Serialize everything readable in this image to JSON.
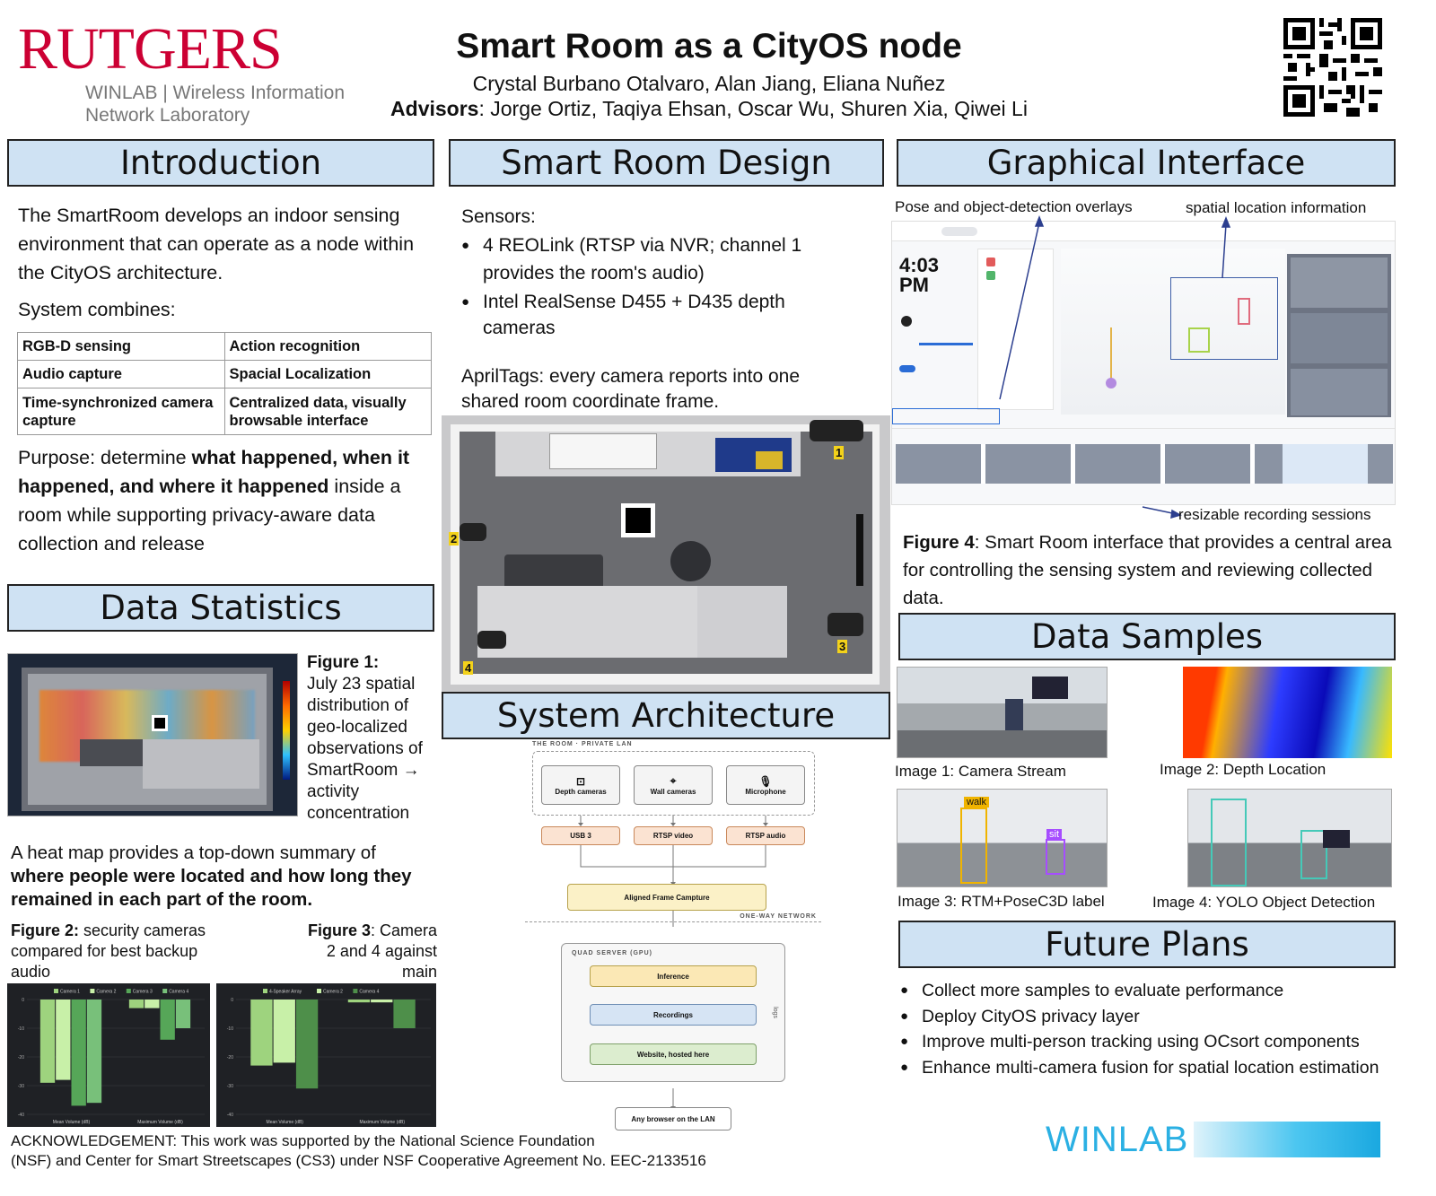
{
  "header": {
    "logo": "RUTGERS",
    "logo_sub1": "WINLAB | Wireless Information",
    "logo_sub2": "Network Laboratory",
    "title": "Smart Room as a CityOS node",
    "authors": "Crystal Burbano Otalvaro, Alan Jiang, Eliana Nuñez",
    "advisors_label": "Advisors",
    "advisors": ": Jorge Ortiz, Taqiya Ehsan, Oscar Wu, Shuren Xia, Qiwei Li"
  },
  "intro": {
    "heading": "Introduction",
    "p1": "The SmartRoom develops an indoor sensing environment that can operate as a node within the CityOS architecture.",
    "combines": "System combines:",
    "table": [
      [
        "RGB-D sensing",
        "Action recognition"
      ],
      [
        "Audio capture",
        "Spacial Localization"
      ],
      [
        "Time-synchronized camera capture",
        "Centralized data, visually browsable interface"
      ]
    ],
    "purpose_a": "Purpose: determine ",
    "purpose_b": "what happened, when it happened, and where it happened",
    "purpose_c": " inside a room while supporting privacy-aware data collection and release"
  },
  "stats": {
    "heading": "Data Statistics",
    "fig1_label": "Figure 1:",
    "fig1_text": "July 23 spatial distribution of geo-localized observations of SmartRoom → activity concentration",
    "heat_a": "A heat map provides a top-down summary of ",
    "heat_b": "where people were located and how long they remained in each part of the room.",
    "fig2_label": "Figure 2:",
    "fig2_text": " security cameras compared for best backup audio",
    "fig3_label": "Figure 3",
    "fig3_text": ": Camera 2 and 4 against main"
  },
  "design": {
    "heading": "Smart Room Design",
    "sensors": "Sensors:",
    "items": [
      "4 REOLink (RTSP via NVR; channel 1 provides the room's audio)",
      "Intel RealSense D455 + D435 depth cameras"
    ],
    "apriltags": "AprilTags: every camera reports into one shared room coordinate frame.",
    "cam_nums": [
      "1",
      "2",
      "3",
      "4"
    ]
  },
  "arch": {
    "heading": "System Architecture",
    "lan": "THE ROOM · PRIVATE LAN",
    "sources": [
      "Depth cameras",
      "Wall cameras",
      "Microphone"
    ],
    "links": [
      "USB 3",
      "RTSP video",
      "RTSP audio"
    ],
    "aligned": "Aligned Frame Campture",
    "oneway": "ONE-WAY NETWORK",
    "server": "QUAD SERVER (GPU)",
    "inference": "Inference",
    "recordings": "Recordings",
    "website": "Website, hosted here",
    "side": "logs",
    "browser": "Any browser on the LAN"
  },
  "gui": {
    "heading": "Graphical Interface",
    "ann1": "Pose and object-detection overlays",
    "ann2": "spatial location information",
    "ann3": "resizable recording sessions",
    "time": "4:03",
    "ampm": "PM",
    "fig4_label": "Figure 4",
    "fig4_text": ": Smart Room interface that provides a central area for controlling the sensing system and reviewing collected data."
  },
  "samples": {
    "heading": "Data Samples",
    "caps": [
      "Image 1: Camera Stream",
      "Image 2: Depth Location",
      "Image 3: RTM+PoseC3D label",
      "Image 4: YOLO Object Detection"
    ],
    "labels": [
      "walk",
      "sit"
    ]
  },
  "future": {
    "heading": "Future Plans",
    "items": [
      "Collect more samples to evaluate performance",
      "Deploy CityOS privacy layer",
      "Improve multi-person tracking using OCsort components",
      "Enhance multi-camera fusion for spatial location estimation"
    ]
  },
  "ack": {
    "line1": "ACKNOWLEDGEMENT: This work was supported by the National Science Foundation",
    "line2": "(NSF) and Center for Smart Streetscapes (CS3) under NSF Cooperative Agreement No. EEC-2133516",
    "winlab": "WINLAB"
  },
  "chart_data": [
    {
      "type": "bar",
      "categories": [
        "Mean Volume (dB)",
        "Maximum Volume (dB)"
      ],
      "series": [
        {
          "name": "Camera 1",
          "values": [
            -29,
            -3
          ]
        },
        {
          "name": "Camera 2",
          "values": [
            -28,
            -3
          ]
        },
        {
          "name": "Camera 3",
          "values": [
            -37,
            -14
          ]
        },
        {
          "name": "Camera 4",
          "values": [
            -36,
            -10
          ]
        }
      ],
      "ylim": [
        -40,
        0
      ],
      "yticks": [
        -40,
        -30,
        -20,
        -10,
        0
      ],
      "colors": [
        "#9ed37e",
        "#c8f0a8",
        "#56a658",
        "#78c07a"
      ]
    },
    {
      "type": "bar",
      "categories": [
        "Mean Volume (dB)",
        "Maximum Volume (dB)"
      ],
      "series": [
        {
          "name": "4-Speaker Array",
          "values": [
            -23,
            -1
          ]
        },
        {
          "name": "Camera 2",
          "values": [
            -22,
            -1
          ]
        },
        {
          "name": "Camera 4",
          "values": [
            -31,
            -10
          ]
        }
      ],
      "ylim": [
        -40,
        0
      ],
      "yticks": [
        -40,
        -30,
        -20,
        -10,
        0
      ],
      "colors": [
        "#9ed37e",
        "#c8f0a8",
        "#4e8f4a"
      ]
    }
  ]
}
